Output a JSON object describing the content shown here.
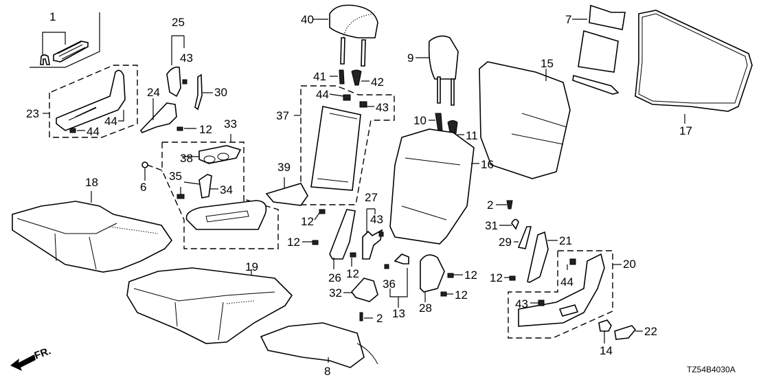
{
  "diagram": {
    "title": "Rear seat parts diagram",
    "code": "TZ54B4030A",
    "direction_label": "FR.",
    "labels": [
      {
        "id": "p1",
        "text": "1"
      },
      {
        "id": "p25",
        "text": "25"
      },
      {
        "id": "p43a",
        "text": "43"
      },
      {
        "id": "p30",
        "text": "30"
      },
      {
        "id": "p23",
        "text": "23"
      },
      {
        "id": "p24",
        "text": "24"
      },
      {
        "id": "p44a",
        "text": "44"
      },
      {
        "id": "p44b",
        "text": "44"
      },
      {
        "id": "p12a",
        "text": "12"
      },
      {
        "id": "p33",
        "text": "33"
      },
      {
        "id": "p38",
        "text": "38"
      },
      {
        "id": "p6",
        "text": "6"
      },
      {
        "id": "p35",
        "text": "35"
      },
      {
        "id": "p34",
        "text": "34"
      },
      {
        "id": "p18",
        "text": "18"
      },
      {
        "id": "p19",
        "text": "19"
      },
      {
        "id": "p40",
        "text": "40"
      },
      {
        "id": "p41",
        "text": "41"
      },
      {
        "id": "p42",
        "text": "42"
      },
      {
        "id": "p44c",
        "text": "44"
      },
      {
        "id": "p43b",
        "text": "43"
      },
      {
        "id": "p37",
        "text": "37"
      },
      {
        "id": "p39",
        "text": "39"
      },
      {
        "id": "p12b",
        "text": "12"
      },
      {
        "id": "p12c",
        "text": "12"
      },
      {
        "id": "p26",
        "text": "26"
      },
      {
        "id": "p12d",
        "text": "12"
      },
      {
        "id": "p27",
        "text": "27"
      },
      {
        "id": "p43c",
        "text": "43"
      },
      {
        "id": "p32",
        "text": "32"
      },
      {
        "id": "p2a",
        "text": "2"
      },
      {
        "id": "p36",
        "text": "36"
      },
      {
        "id": "p13",
        "text": "13"
      },
      {
        "id": "p8",
        "text": "8"
      },
      {
        "id": "p9",
        "text": "9"
      },
      {
        "id": "p10",
        "text": "10"
      },
      {
        "id": "p11",
        "text": "11"
      },
      {
        "id": "p16",
        "text": "16"
      },
      {
        "id": "p12e",
        "text": "12"
      },
      {
        "id": "p12f",
        "text": "12"
      },
      {
        "id": "p28",
        "text": "28"
      },
      {
        "id": "p15",
        "text": "15"
      },
      {
        "id": "p7",
        "text": "7"
      },
      {
        "id": "p17",
        "text": "17"
      },
      {
        "id": "p2b",
        "text": "2"
      },
      {
        "id": "p31",
        "text": "31"
      },
      {
        "id": "p29",
        "text": "29"
      },
      {
        "id": "p21",
        "text": "21"
      },
      {
        "id": "p12g",
        "text": "12"
      },
      {
        "id": "p44d",
        "text": "44"
      },
      {
        "id": "p20",
        "text": "20"
      },
      {
        "id": "p43d",
        "text": "43"
      },
      {
        "id": "p14",
        "text": "14"
      },
      {
        "id": "p22",
        "text": "22"
      }
    ]
  }
}
